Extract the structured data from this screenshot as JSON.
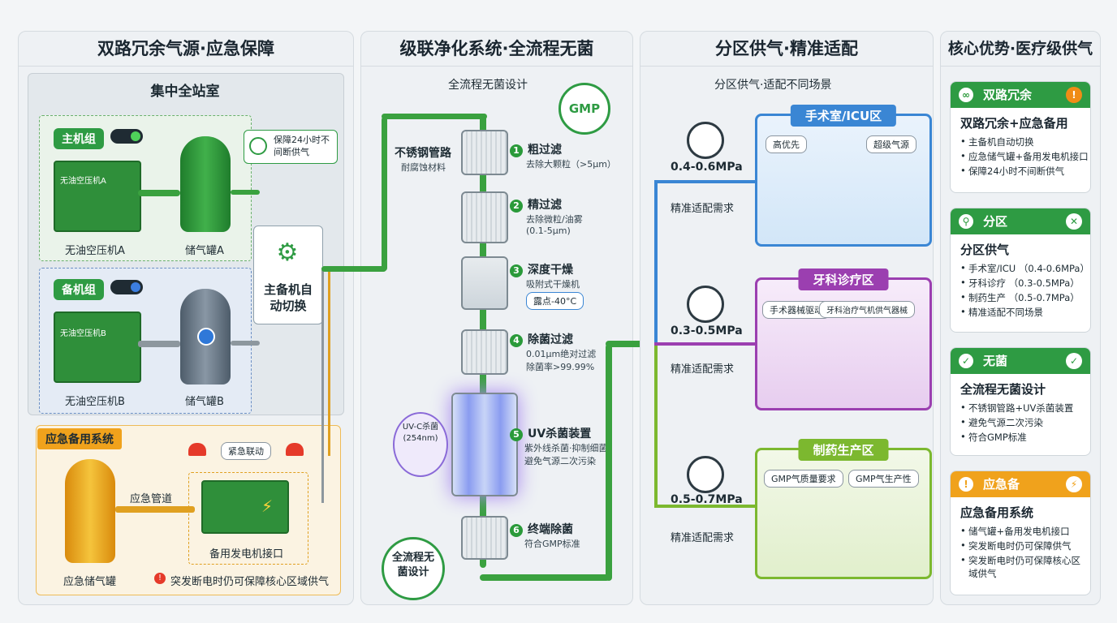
{
  "panels": {
    "p1_title": "双路冗余气源·应急保障",
    "p2_title": "级联净化系统·全流程无菌",
    "p3_title": "分区供气·精准适配",
    "p4_title": "核心优势·医疗级供气"
  },
  "station": {
    "title": "集中全站室",
    "main_tag": "主机组",
    "backup_tag": "备机组",
    "note": "保障24小时不间断供气",
    "compressor_a_screen": "无油空压机A",
    "compressor_a": "无油空压机A",
    "tank_a": "储气罐A",
    "compressor_b_screen": "无油空压机B",
    "compressor_b": "无油空压机B",
    "tank_b": "储气罐B",
    "switch": "主备机自动切换"
  },
  "emergency": {
    "title": "应急备用系统",
    "alarm": "紧急联动",
    "pipe": "应急管道",
    "tank": "应急储气罐",
    "generator": "备用发电机接口",
    "note": "突发断电时仍可保障核心区域供气"
  },
  "purify": {
    "subtitle": "全流程无菌设计",
    "gmp": "GMP",
    "pipe_label": "不锈钢管路",
    "pipe_sub": "耐腐蚀材料",
    "steps": [
      {
        "num": "1",
        "name": "粗过滤",
        "d1": "去除大颗粒（>5μm）",
        "d2": ""
      },
      {
        "num": "2",
        "name": "精过滤",
        "d1": "去除微粒/油雾",
        "d2": "(0.1-5μm)"
      },
      {
        "num": "3",
        "name": "深度干燥",
        "d1": "吸附式干燥机",
        "d2": "露点-40°C"
      },
      {
        "num": "4",
        "name": "除菌过滤",
        "d1": "0.01μm绝对过滤",
        "d2": "除菌率>99.99%"
      },
      {
        "num": "5",
        "name": "UV杀菌装置",
        "d1": "紫外线杀菌·抑制细菌",
        "d2": "避免气源二次污染"
      },
      {
        "num": "6",
        "name": "终端除菌",
        "d1": "符合GMP标准",
        "d2": ""
      }
    ],
    "uv_label": "UV-C杀菌 (254nm)",
    "badge": "全流程无菌设计"
  },
  "zones": {
    "subtitle": "分区供气·适配不同场景",
    "demand": "精准适配需求",
    "items": [
      {
        "title": "手术室/ICU区",
        "pressure": "0.4-0.6MPa",
        "tag1": "高优先",
        "tag2": "超级气源",
        "color": "#3a86d4"
      },
      {
        "title": "牙科诊疗区",
        "pressure": "0.3-0.5MPa",
        "tag1": "手术器械驱动",
        "tag2": "牙科治疗气机供气器械",
        "color": "#9b3fb0"
      },
      {
        "title": "制药生产区",
        "pressure": "0.5-0.7MPa",
        "tag1": "GMP气质量要求",
        "tag2": "GMP气生产性",
        "color": "#7cb82f"
      }
    ]
  },
  "cards": [
    {
      "head": "双路冗余",
      "title": "双路冗余+应急备用",
      "items": [
        "主备机自动切换",
        "应急储气罐+备用发电机接口",
        "保障24小时不间断供气"
      ],
      "color": "#2e9b43",
      "badge": "!",
      "badge_color": "#f08c16",
      "icon": "link-icon"
    },
    {
      "head": "分区",
      "title": "分区供气",
      "items": [
        "手术室/ICU （0.4-0.6MPa）",
        "牙科诊疗 （0.3-0.5MPa）",
        "制药生产 （0.5-0.7MPa）",
        "精准适配不同场景"
      ],
      "color": "#2e9b43",
      "badge": "✕",
      "badge_color": "#2e9b43",
      "icon": "tree-icon"
    },
    {
      "head": "无菌",
      "title": "全流程无菌设计",
      "items": [
        "不锈钢管路+UV杀菌装置",
        "避免气源二次污染",
        "符合GMP标准"
      ],
      "color": "#2e9b43",
      "badge": "✓",
      "badge_color": "#2e9b43",
      "icon": "shield-icon"
    },
    {
      "head": "应急备",
      "title": "应急备用系统",
      "items": [
        "储气罐+备用发电机接口",
        "突发断电时仍可保障供气",
        "突发断电时仍可保障核心区域供气"
      ],
      "color": "#f0a21c",
      "badge": "⚡",
      "badge_color": "#f0a21c",
      "icon": "warning-icon"
    }
  ],
  "colors": {
    "green": "#3aa13f",
    "blue": "#3a86d4",
    "purple": "#9b3fb0",
    "lime": "#7cb82f",
    "orange": "#f0a21c"
  }
}
